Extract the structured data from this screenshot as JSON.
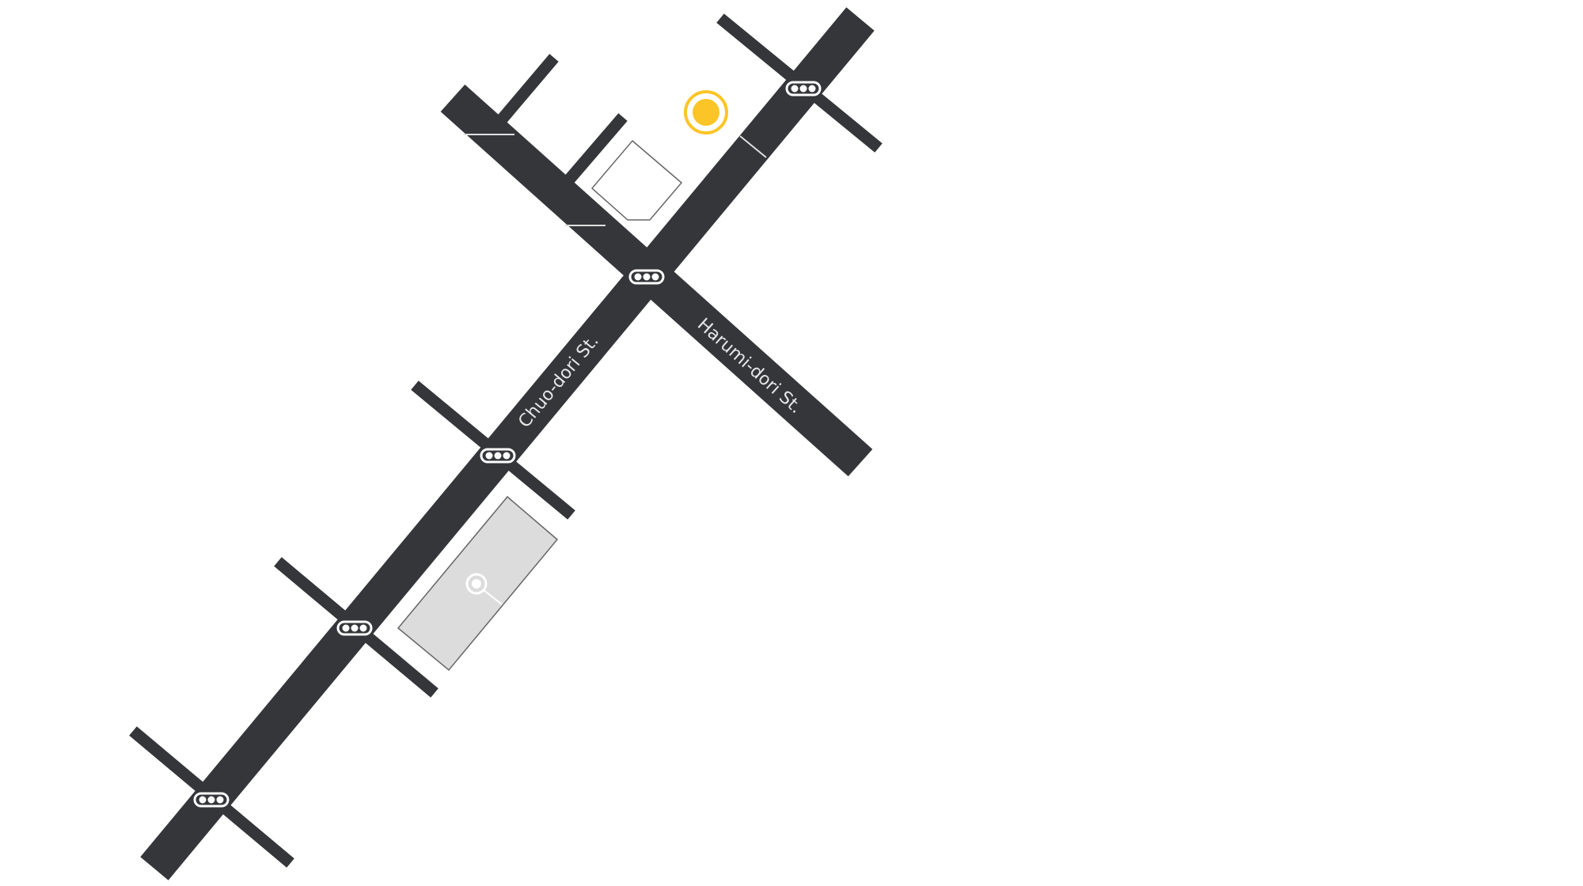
{
  "map": {
    "streets": [
      {
        "id": "chuo-dori",
        "label": "Chuo-dori St."
      },
      {
        "id": "harumi-dori",
        "label": "Harumi-dori St."
      }
    ],
    "icons": {
      "signal": "traffic-signal-icon",
      "destination": "destination-marker-icon",
      "landmark": "building-pin-icon"
    },
    "colors": {
      "road": "#35363a",
      "marker": "#fcc527",
      "building_fill": "#dcdcdc",
      "building_stroke": "#666666",
      "label": "#e6e6e6"
    },
    "traffic_signal_count": 5
  }
}
